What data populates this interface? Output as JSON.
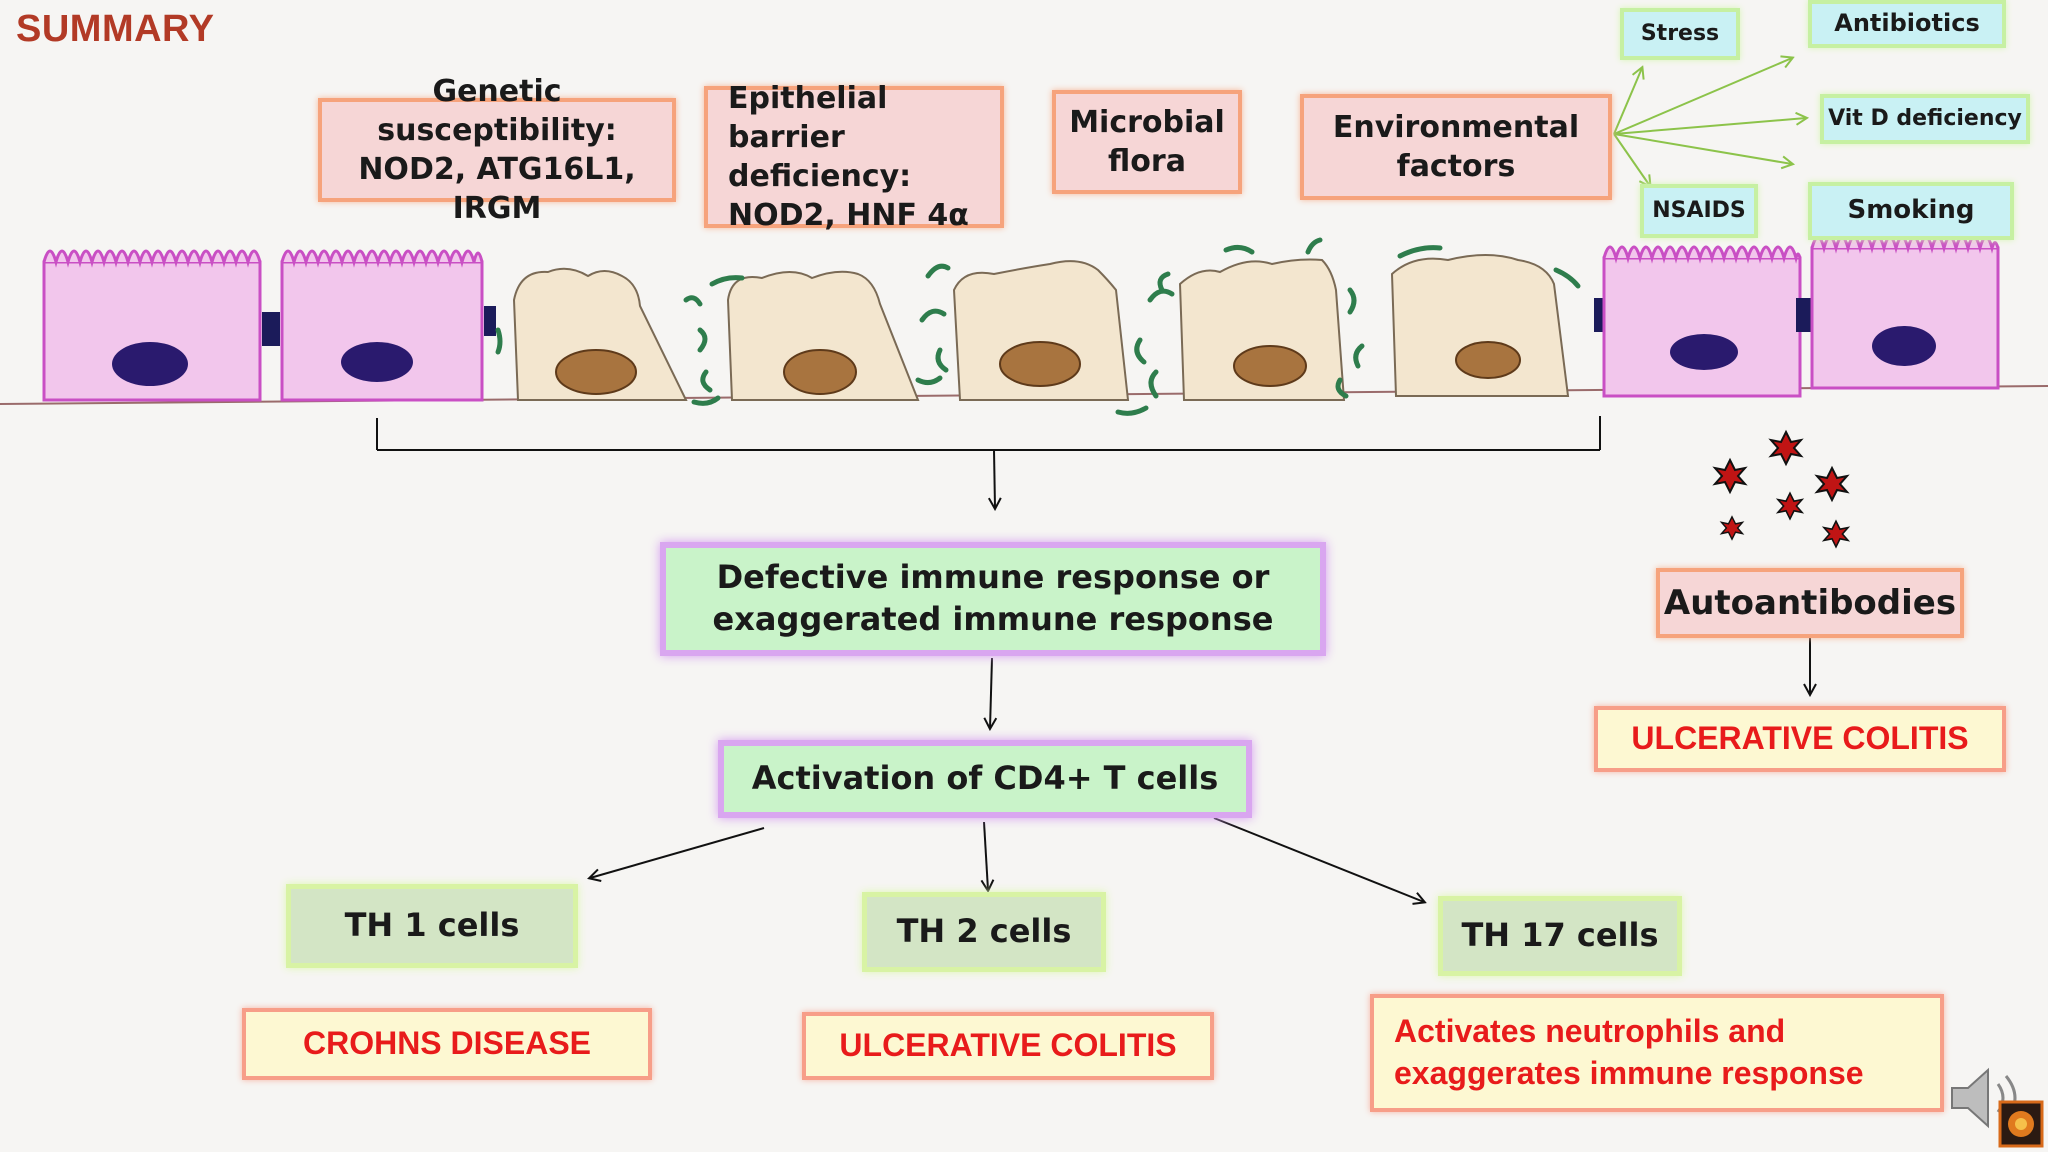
{
  "title": "SUMMARY",
  "factors": {
    "genetic": "Genetic susceptibility:\nNOD2, ATG16L1, IRGM",
    "epithelial": "Epithelial barrier\ndeficiency:\nNOD2, HNF 4α",
    "microbial": "Microbial\nflora",
    "environmental": "Environmental\nfactors"
  },
  "environment_items": {
    "stress": "Stress",
    "antibiotics": "Antibiotics",
    "vitd": "Vit D deficiency",
    "nsaids": "NSAIDS",
    "smoking": "Smoking"
  },
  "immune": "Defective immune response or\nexaggerated immune response",
  "cd4": "Activation of CD4+ T cells",
  "th1": "TH 1 cells",
  "th2": "TH 2 cells",
  "th17": "TH 17 cells",
  "crohns": "CROHNS DISEASE",
  "uc_th2": "ULCERATIVE COLITIS",
  "neutrophils": "Activates neutrophils and\nexaggerates immune response",
  "autoantibodies": "Autoantibodies",
  "uc_auto": "ULCERATIVE COLITIS",
  "colors": {
    "healthy_cell": "#f2c6ec",
    "healthy_border": "#c94fc4",
    "damaged_cell": "#f3e6cf",
    "nucleus_healthy": "#2a1a6e",
    "nucleus_damaged": "#a8743f",
    "bacteria": "#2e7d4c",
    "title": "#b23a26",
    "red_text": "#e81b1b"
  }
}
